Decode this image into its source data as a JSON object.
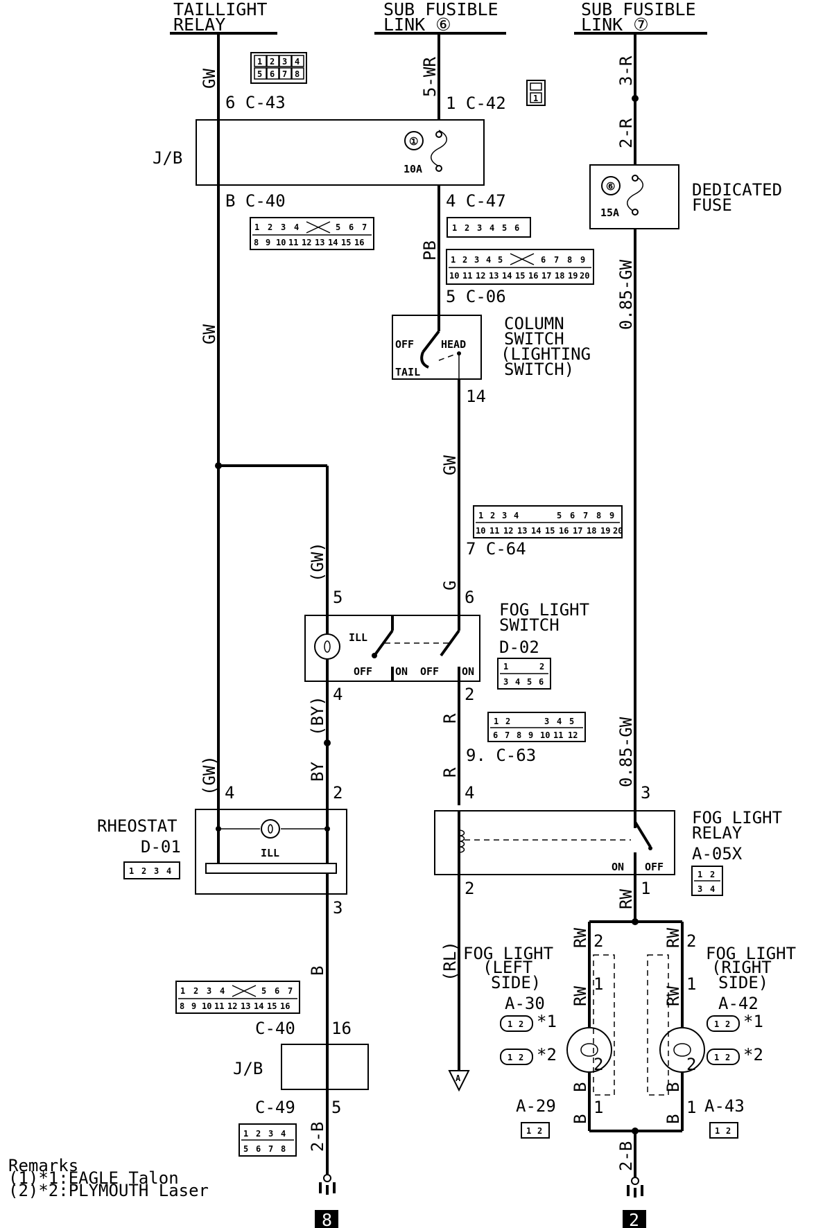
{
  "sources": {
    "taillight_relay": [
      "TAILLIGHT",
      "RELAY"
    ],
    "sub_fusible_6": [
      "SUB FUSIBLE",
      "LINK ⑥"
    ],
    "sub_fusible_7": [
      "SUB FUSIBLE",
      "LINK ⑦"
    ]
  },
  "wires": {
    "gw_top": "GW",
    "gw_mid": "GW",
    "wr": "5-WR",
    "pb": "PB",
    "r3": "3-R",
    "r2": "2-R",
    "gw085_top": "0.85-GW",
    "gw_col": "GW",
    "gw_paren": "(GW)",
    "g": "G",
    "by_paren": "(BY)",
    "by": "BY",
    "r_upper": "R",
    "r_lower": "R",
    "gw085_low": "0.85-GW",
    "gw_left": "(GW)",
    "rw": "RW",
    "rl": "(RL)",
    "b_left": "B",
    "b2_left": "2-B",
    "rw_l1": "RW",
    "rw_l2": "RW",
    "rw_r1": "RW",
    "rw_r2": "RW",
    "b_l": "B",
    "b_l2": "B",
    "b_r": "B",
    "b_r2": "B",
    "b2_right": "2-B"
  },
  "connectors": {
    "c43": "6  C-43",
    "c42": "1  C-42",
    "c40_top": "B  C-40",
    "c47": "4  C-47",
    "c06": "5  C-06",
    "p14": "14",
    "c64": "7  C-64",
    "p5_fog": "5",
    "p6_fog": "6",
    "p4_fog": "4",
    "p2_fog": "2",
    "c63": "9. C-63",
    "p4_rheo": "4",
    "p2_rheo": "2",
    "p3_rheo": "3",
    "p4_relay": "4",
    "p3_relay": "3",
    "p2_relay": "2",
    "p1_relay": "1",
    "c40_low": "C-40",
    "p16": "16",
    "c49": "C-49",
    "p5_c49": "5",
    "fl_l_2": "2",
    "fl_l_1": "1",
    "fl_l_b2": "2",
    "fl_l_b1": "1",
    "fl_r_2": "2",
    "fl_r_1": "1",
    "fl_r_b2": "2",
    "fl_r_b1": "1"
  },
  "components": {
    "jb": "J/B",
    "jb_low": "J/B",
    "fuse1_num": "①",
    "fuse1_amp": "10A",
    "fuse6_num": "⑥",
    "fuse6_amp": "15A",
    "dedicated_fuse": [
      "DEDICATED",
      "FUSE"
    ],
    "column_switch": [
      "COLUMN",
      "SWITCH",
      "(LIGHTING",
      "SWITCH)"
    ],
    "off": "OFF",
    "head": "HEAD",
    "tail": "TAIL",
    "fog_switch": [
      "FOG LIGHT",
      "SWITCH",
      "D-02"
    ],
    "ill": "ILL",
    "sw_off1": "OFF",
    "sw_on1": "ON",
    "sw_off2": "OFF",
    "sw_on2": "ON",
    "rheostat": [
      "RHEOSTAT",
      "D-01"
    ],
    "rheo_ill": "ILL",
    "fog_relay": [
      "FOG LIGHT",
      "RELAY",
      "A-05X"
    ],
    "relay_on": "ON",
    "relay_off": "OFF",
    "fog_left": [
      "FOG LIGHT",
      "(LEFT",
      "SIDE)",
      "A-30"
    ],
    "fog_right": [
      "FOG LIGHT",
      "(RIGHT",
      "SIDE)",
      "A-42"
    ],
    "star1": "*1",
    "star2": "*2",
    "star1r": "*1",
    "star2r": "*2",
    "a29": "A-29",
    "a43": "A-43",
    "arrow_a": "A",
    "ground_8": "8",
    "ground_2": "2"
  },
  "connector_pins": {
    "c43": [
      [
        "1",
        "2",
        "3",
        "4"
      ],
      [
        "5",
        "6",
        "7",
        "8"
      ]
    ],
    "c42": [
      [
        "1"
      ]
    ],
    "c40": [
      [
        "1",
        "2",
        "3",
        "4",
        "",
        "5",
        "6",
        "7"
      ],
      [
        "8",
        "9",
        "10",
        "11",
        "12",
        "13",
        "14",
        "15",
        "16"
      ]
    ],
    "c47": [
      [
        "1",
        "2",
        "3",
        "4",
        "5",
        "6"
      ]
    ],
    "c06": [
      [
        "1",
        "2",
        "3",
        "4",
        "5",
        "",
        "6",
        "7",
        "8",
        "9"
      ],
      [
        "10",
        "11",
        "12",
        "13",
        "14",
        "15",
        "16",
        "17",
        "18",
        "19",
        "20"
      ]
    ],
    "c64": [
      [
        "1",
        "2",
        "3",
        "4",
        "",
        "5",
        "6",
        "7",
        "8",
        "9"
      ],
      [
        "10",
        "11",
        "12",
        "13",
        "14",
        "15",
        "16",
        "17",
        "18",
        "19",
        "20"
      ]
    ],
    "d02": [
      [
        "1",
        "",
        "2"
      ],
      [
        "3",
        "4",
        "5",
        "6"
      ]
    ],
    "c63": [
      [
        "1",
        "2",
        "",
        "3",
        "4",
        "5"
      ],
      [
        "6",
        "7",
        "8",
        "9",
        "10",
        "11",
        "12"
      ]
    ],
    "d01": [
      [
        "1",
        "2",
        "3",
        "4"
      ]
    ],
    "a05x": [
      [
        "1",
        "2"
      ],
      [
        "3",
        "4"
      ]
    ],
    "c40b": [
      [
        "1",
        "2",
        "3",
        "4",
        "",
        "5",
        "6",
        "7"
      ],
      [
        "8",
        "9",
        "10",
        "11",
        "12",
        "13",
        "14",
        "15",
        "16"
      ]
    ],
    "c49": [
      [
        "1",
        "2",
        "3",
        "4"
      ],
      [
        "5",
        "6",
        "7",
        "8"
      ]
    ],
    "a30": [
      [
        "1",
        "2"
      ]
    ],
    "a29": [
      [
        "1",
        "2"
      ]
    ]
  },
  "remarks": {
    "title": "Remarks",
    "r1": "(1)*1:EAGLE Talon",
    "r2": "(2)*2:PLYMOUTH Laser"
  }
}
